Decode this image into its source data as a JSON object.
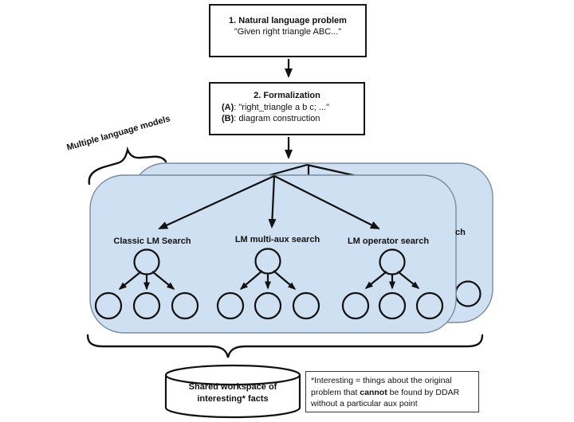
{
  "diagram": {
    "box_natural": {
      "title": "1. Natural language problem",
      "quote": "\"Given right triangle ABC...\""
    },
    "box_formalization": {
      "title": "2. Formalization",
      "a_label": "(A)",
      "a_text": ": \"right_triangle a b c; ...\"",
      "b_label": "(B)",
      "b_text": ": diagram construction"
    },
    "annotation": "Multiple language models",
    "back_label_fragment": "ch",
    "trees": [
      {
        "label": "Classic LM Search"
      },
      {
        "label": "LM multi-aux search"
      },
      {
        "label": "LM operator search"
      }
    ],
    "workspace": {
      "line1": "Shared workspace of",
      "line2": "interesting* facts"
    },
    "note": {
      "line1": "*Interesting = things about the original",
      "line2_pre": "problem that ",
      "line2_bold": "cannot",
      "line2_post": " be found by DDAR",
      "line3": "without a particular aux point"
    },
    "colors": {
      "panel_fill": "#cfe0f2",
      "panel_stroke": "#7a8b9d",
      "ink": "#111111"
    }
  }
}
